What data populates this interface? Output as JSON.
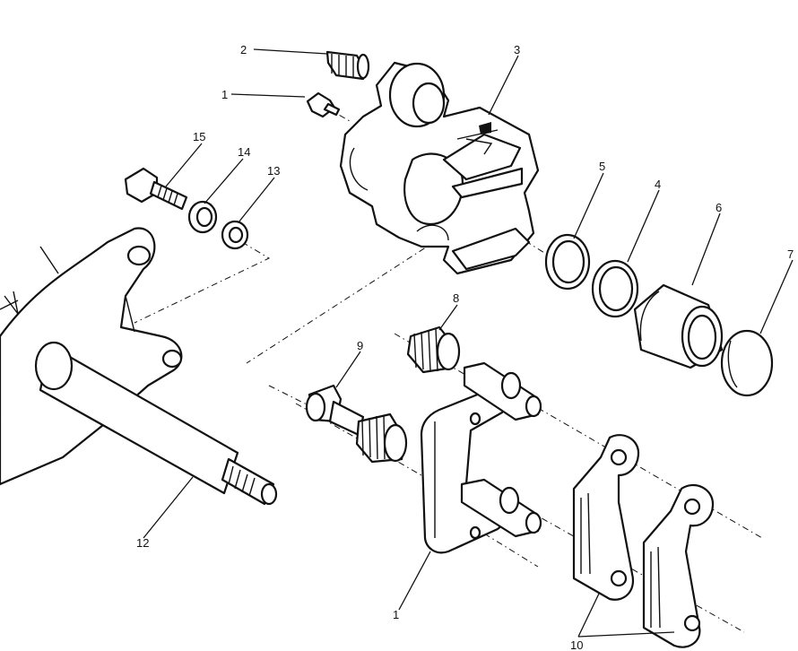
{
  "callouts": {
    "c1_top": "1",
    "c2": "2",
    "c3": "3",
    "c4": "4",
    "c5": "5",
    "c6": "6",
    "c7": "7",
    "c8": "8",
    "c9": "9",
    "c10": "10",
    "c12": "12",
    "c13": "13",
    "c14": "14",
    "c15": "15",
    "c1_bottom": "1"
  }
}
